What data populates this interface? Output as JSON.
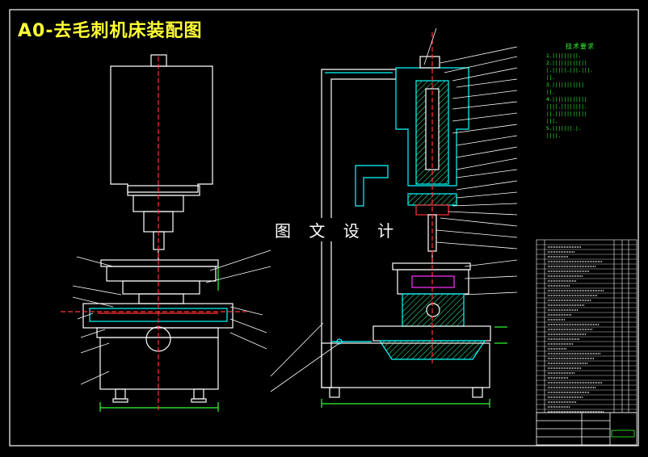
{
  "drawing": {
    "title": "A0-去毛刺机床装配图",
    "watermark": "图 文 设 计",
    "tech_requirements": {
      "title": "技术要求",
      "notes": [
        "1.|||||||||.",
        "2.||||||||||||",
        "|.|||||.|||.|||.",
        "||.",
        "3.|||||||||||",
        "||.",
        "4.||||||||||||",
        "||||.||||||||.",
        "||.|||||||||||",
        "|||.",
        "5.|||||||.|.",
        "||||."
      ]
    }
  },
  "colors": {
    "background": "#000000",
    "line": "#ffffff",
    "section": "#00ffff",
    "hatch": "#33ff99",
    "green": "#33ff33",
    "yellow": "#ffff33",
    "center": "#ff3333",
    "magenta": "#ff33ff"
  }
}
